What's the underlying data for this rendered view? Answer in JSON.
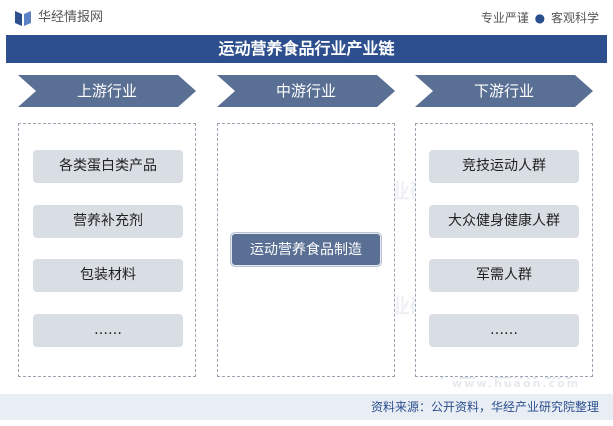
{
  "header": {
    "brand": "华经情报网",
    "slogan_left": "专业严谨",
    "slogan_sep": "●",
    "slogan_right": "客观科学"
  },
  "title": "运动营养食品行业产业链",
  "stages": [
    {
      "label": "上游行业"
    },
    {
      "label": "中游行业"
    },
    {
      "label": "下游行业"
    }
  ],
  "upstream": {
    "items": [
      "各类蛋白类产品",
      "营养补充剂",
      "包装材料",
      "……"
    ]
  },
  "midstream": {
    "items": [
      "运动营养食品制造"
    ]
  },
  "downstream": {
    "items": [
      "竞技运动人群",
      "大众健身健康人群",
      "军需人群",
      "……"
    ]
  },
  "watermark": {
    "text": "华经产业研究院",
    "url": "www.huaon.com"
  },
  "footer": {
    "source": "资料来源：公开资料，华经产业研究院整理"
  },
  "colors": {
    "title_bar": "#2d4f8e",
    "chevron": "#5a6f94",
    "item_bg": "#d9dde4",
    "center_item_bg": "#5a6f94",
    "footer_bg": "#e9edf4"
  }
}
